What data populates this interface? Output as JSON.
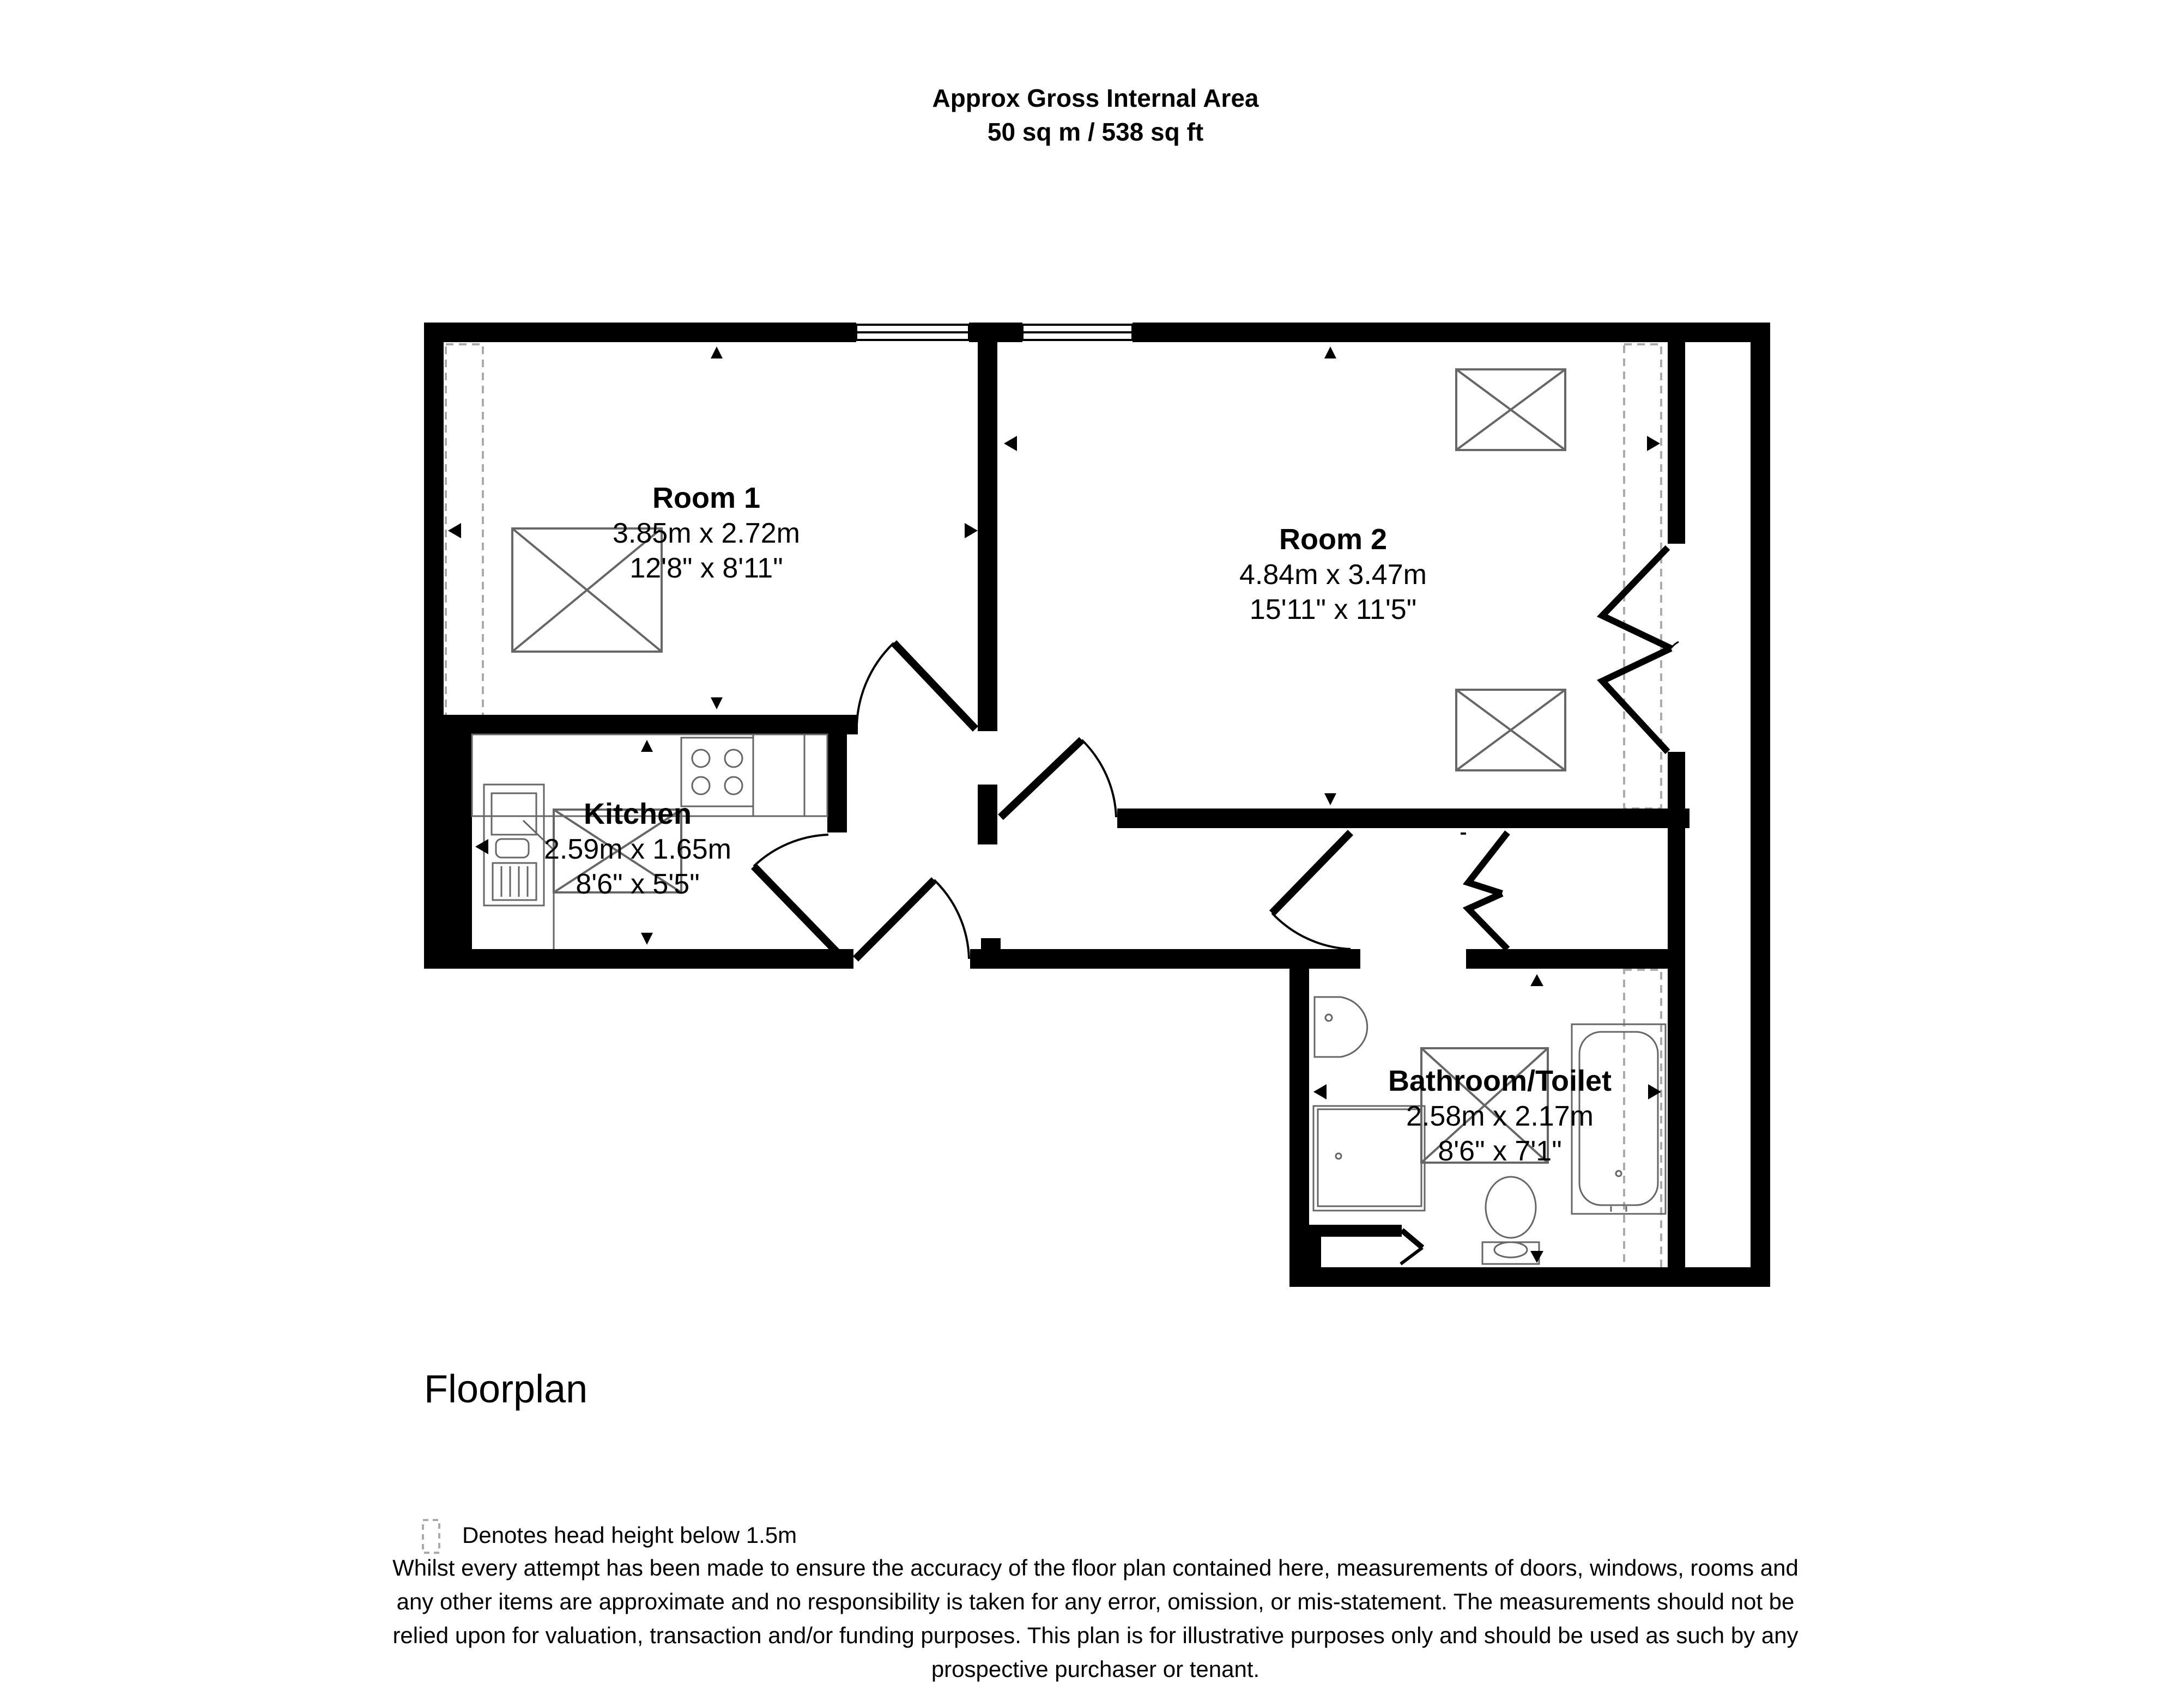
{
  "header": {
    "title": "Approx Gross Internal Area",
    "area": "50 sq m / 538 sq ft"
  },
  "rooms": [
    {
      "id": "room-1",
      "name": "Room 1",
      "metric": "3.85m x 2.72m",
      "imperial": "12'8\" x 8'11\""
    },
    {
      "id": "room-2",
      "name": "Room 2",
      "metric": "4.84m x 3.47m",
      "imperial": "15'11\" x 11'5\""
    },
    {
      "id": "kitchen",
      "name": "Kitchen",
      "metric": "2.59m x 1.65m",
      "imperial": "8'6\" x 5'5\""
    },
    {
      "id": "bathroom",
      "name": "Bathroom/Toilet",
      "metric": "2.58m x 2.17m",
      "imperial": "8'6\" x 7'1\""
    }
  ],
  "floor_label": "Floorplan",
  "legend": {
    "text": "Denotes head height below 1.5m",
    "icon": "dashed-rectangle-icon"
  },
  "disclaimer": [
    "Whilst every attempt has been made to ensure the accuracy of the floor plan contained here, measurements of doors, windows, rooms and",
    "any other items are approximate and no responsibility is taken for any error, omission, or mis-statement. The measurements should not be",
    "relied upon for valuation, transaction and/or funding purposes. This plan is for illustrative purposes only and should be used as such by any",
    "prospective purchaser or tenant."
  ],
  "colors": {
    "wall": "#000000",
    "fixture": "#666666",
    "low_headroom": "#aaaaaa"
  }
}
